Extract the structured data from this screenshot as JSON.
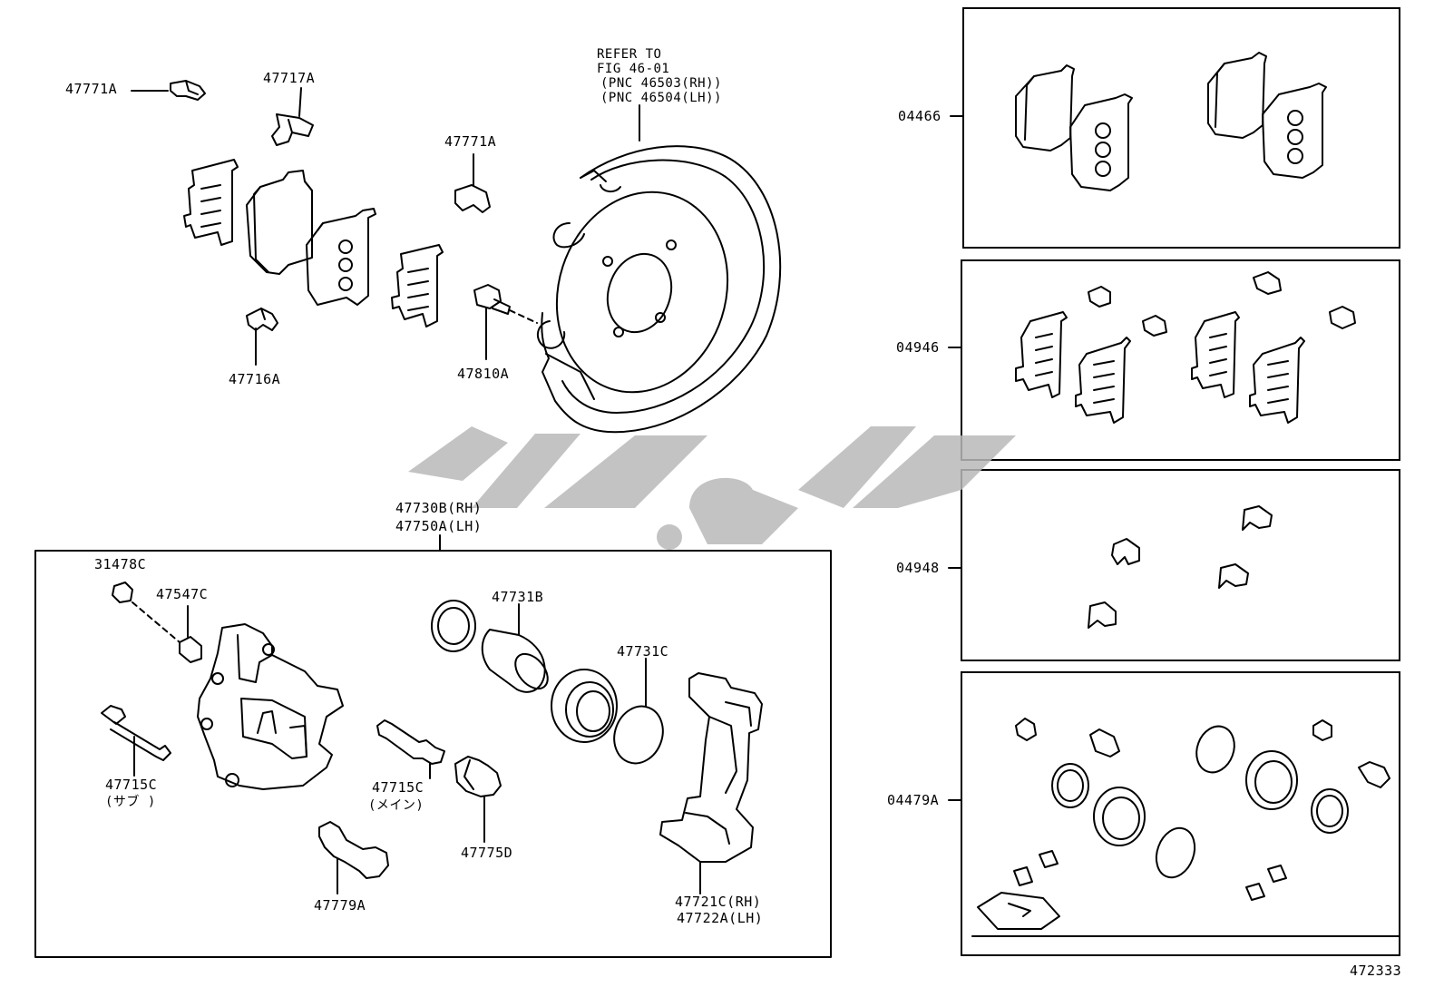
{
  "labels": {
    "p47771A_1": "47771A",
    "p47717A": "47717A",
    "p47716A": "47716A",
    "p47771A_2": "47771A",
    "p47810A": "47810A",
    "refer_1": "REFER TO",
    "refer_2": "FIG 46-01",
    "refer_3": "(PNC 46503(RH))",
    "refer_4": "(PNC 46504(LH))",
    "assy_1": "47730B(RH)",
    "assy_2": "47750A(LH)",
    "p31478C": "31478C",
    "p47547C": "47547C",
    "p47731B": "47731B",
    "p47731C": "47731C",
    "p47715C_sub": "47715C",
    "p47715C_sub_note": "(サブ )",
    "p47715C_main": "47715C",
    "p47715C_main_note": "(メイン)",
    "p47775D": "47775D",
    "p47779A": "47779A",
    "p47721C": "47721C(RH)",
    "p47722A": "47722A(LH)",
    "k04466": "04466",
    "k04946": "04946",
    "k04948": "04948",
    "k04479A": "04479A",
    "fig_no": "472333"
  }
}
